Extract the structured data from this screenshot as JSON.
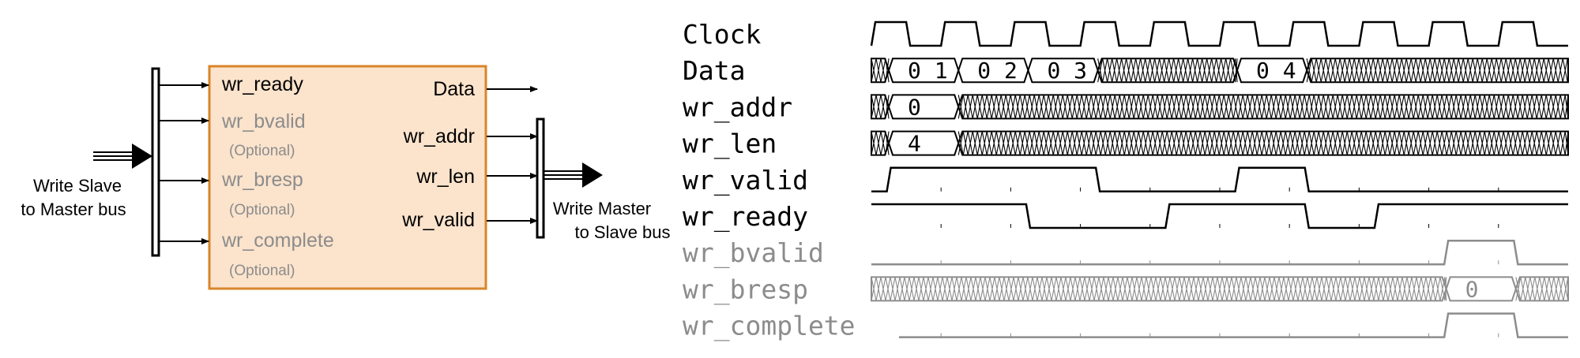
{
  "block": {
    "inputs": [
      {
        "label": "wr_ready",
        "note": "",
        "muted": false
      },
      {
        "label": "wr_bvalid",
        "note": "(Optional)",
        "muted": true
      },
      {
        "label": "wr_bresp",
        "note": "(Optional)",
        "muted": true
      },
      {
        "label": "wr_complete",
        "note": "(Optional)",
        "muted": true
      }
    ],
    "outputs": [
      "Data",
      "wr_addr",
      "wr_len",
      "wr_valid"
    ],
    "left_bus_label": [
      "Write Slave",
      "to Master bus"
    ],
    "right_bus_label": [
      "Write Master",
      "to Slave bus"
    ]
  },
  "timing": {
    "cycles": 10,
    "signals": [
      {
        "name": "Clock",
        "kind": "clock",
        "muted": false
      },
      {
        "name": "Data",
        "kind": "bus",
        "muted": false,
        "segments": [
          {
            "from": 0,
            "to": 0.25,
            "v": null
          },
          {
            "from": 0.25,
            "to": 1.25,
            "v": "0 1"
          },
          {
            "from": 1.25,
            "to": 2.25,
            "v": "0 2"
          },
          {
            "from": 2.25,
            "to": 3.25,
            "v": "0 3"
          },
          {
            "from": 3.25,
            "to": 5.25,
            "v": null
          },
          {
            "from": 5.25,
            "to": 6.25,
            "v": "0 4"
          },
          {
            "from": 6.25,
            "to": 10,
            "v": null
          }
        ]
      },
      {
        "name": "wr_addr",
        "kind": "bus",
        "muted": false,
        "segments": [
          {
            "from": 0,
            "to": 0.25,
            "v": null
          },
          {
            "from": 0.25,
            "to": 1.25,
            "v": "0"
          },
          {
            "from": 1.25,
            "to": 10,
            "v": null
          }
        ]
      },
      {
        "name": "wr_len",
        "kind": "bus",
        "muted": false,
        "segments": [
          {
            "from": 0,
            "to": 0.25,
            "v": null
          },
          {
            "from": 0.25,
            "to": 1.25,
            "v": "4"
          },
          {
            "from": 1.25,
            "to": 10,
            "v": null
          }
        ]
      },
      {
        "name": "wr_valid",
        "kind": "bit",
        "muted": false,
        "changes": [
          [
            0,
            0
          ],
          [
            0.25,
            1
          ],
          [
            3.25,
            0
          ],
          [
            5.25,
            1
          ],
          [
            6.25,
            0
          ]
        ]
      },
      {
        "name": "wr_ready",
        "kind": "bit",
        "muted": false,
        "changes": [
          [
            0,
            1
          ],
          [
            2.25,
            0
          ],
          [
            4.25,
            1
          ],
          [
            6.25,
            0
          ],
          [
            7.25,
            1
          ]
        ]
      },
      {
        "name": "wr_bvalid",
        "kind": "bit",
        "muted": true,
        "changes": [
          [
            0,
            0
          ],
          [
            8.25,
            1
          ],
          [
            9.25,
            0
          ]
        ]
      },
      {
        "name": "wr_bresp",
        "kind": "bus",
        "muted": true,
        "segments": [
          {
            "from": 0,
            "to": 8.25,
            "v": null
          },
          {
            "from": 8.25,
            "to": 9.25,
            "v": "0"
          },
          {
            "from": 9.25,
            "to": 10,
            "v": null
          }
        ]
      },
      {
        "name": "wr_complete",
        "kind": "bit",
        "muted": true,
        "changes": [
          [
            0,
            0
          ],
          [
            8.25,
            1
          ],
          [
            9.25,
            0
          ]
        ]
      }
    ]
  },
  "colors": {
    "block_fill": "#fbe3cc",
    "block_border": "#d9852a",
    "ink": "#000000",
    "muted": "#8c8c8c"
  }
}
